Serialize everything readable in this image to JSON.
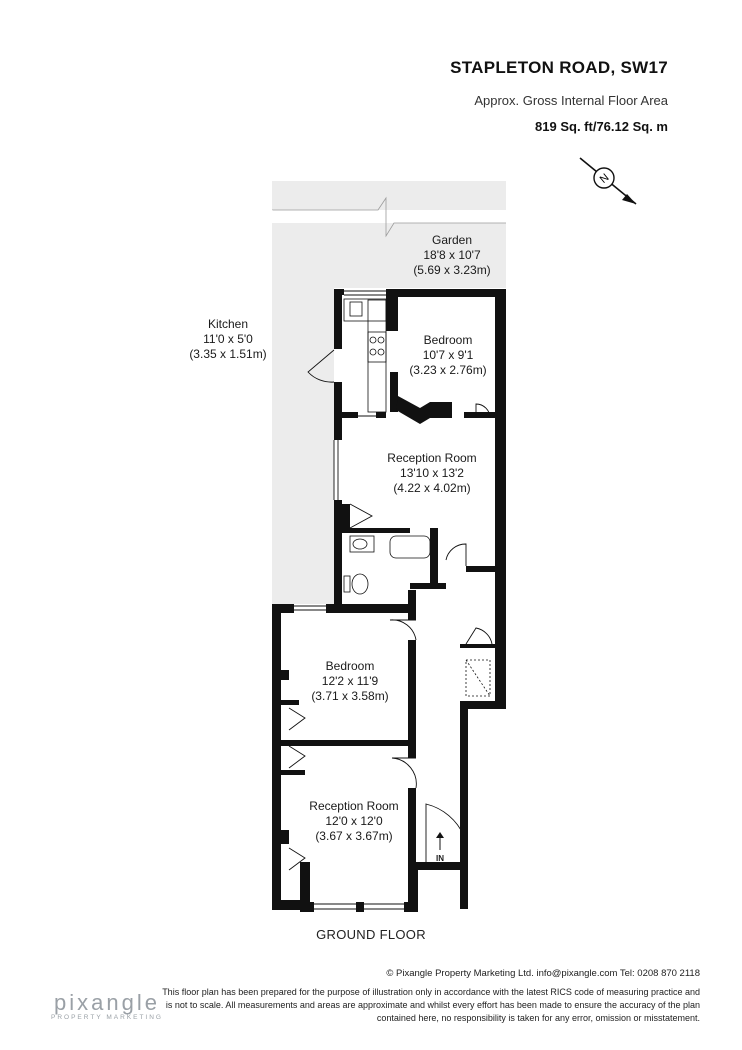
{
  "header": {
    "title": "STAPLETON ROAD, SW17",
    "subtitle": "Approx. Gross Internal Floor Area",
    "area": "819 Sq. ft/76.12 Sq. m"
  },
  "compass": {
    "letter": "N",
    "icon": "north-arrow-icon"
  },
  "rooms": {
    "garden": {
      "name": "Garden",
      "imperial": "18'8 x 10'7",
      "metric": "(5.69 x 3.23m)"
    },
    "kitchen": {
      "name": "Kitchen",
      "imperial": "11'0 x 5'0",
      "metric": "(3.35 x 1.51m)"
    },
    "bedroom_rear": {
      "name": "Bedroom",
      "imperial": "10'7 x 9'1",
      "metric": "(3.23 x 2.76m)"
    },
    "reception_rear": {
      "name": "Reception Room",
      "imperial": "13'10 x 13'2",
      "metric": "(4.22 x 4.02m)"
    },
    "bedroom_front": {
      "name": "Bedroom",
      "imperial": "12'2 x 11'9",
      "metric": "(3.71 x 3.58m)"
    },
    "reception_front": {
      "name": "Reception Room",
      "imperial": "12'0 x 12'0",
      "metric": "(3.67 x 3.67m)"
    }
  },
  "entrance_label": "IN",
  "floor_label": "GROUND FLOOR",
  "footer": {
    "contact": "© Pixangle Property Marketing Ltd. info@pixangle.com Tel: 0208 870 2118",
    "disclaimer": "This floor plan has been prepared for the purpose of illustration only in accordance with the latest RICS code of measuring practice and is not to scale. All measurements and areas are approximate and whilst every effort has been made to ensure the accuracy of the plan contained here, no responsibility is taken for any error, omission or misstatement."
  },
  "logo": {
    "name": "pixangle",
    "tagline": "PROPERTY MARKETING"
  },
  "colors": {
    "wall": "#111111",
    "garden_fill": "#ebebeb",
    "logo_grey": "#9aa0a6"
  }
}
